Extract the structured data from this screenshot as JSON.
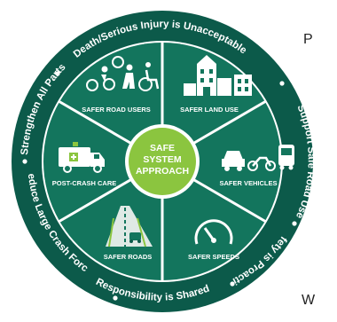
{
  "ring_phrases": {
    "death_injury": "Death/Serious Injury is Unacceptable",
    "support_road_use": "Support Safe Road Use",
    "safety_proactive": "Safety is Proactive",
    "responsibility_shared": "Responsibility is Shared",
    "reduce_crash_forces": "Reduce Large Crash Forces",
    "strengthen_parts": "Strengthen All Parts"
  },
  "center": {
    "line1": "SAFE",
    "line2": "SYSTEM",
    "line3": "APPROACH"
  },
  "segments": {
    "road_users": "SAFER ROAD USERS",
    "land_use": "SAFER LAND USE",
    "vehicles": "SAFER VEHICLES",
    "speeds": "SAFER SPEEDS",
    "roads": "SAFER ROADS",
    "post_crash": "POST-CRASH CARE"
  },
  "edge_text": {
    "top": "P",
    "bottom": "W"
  },
  "colors": {
    "ring": "#0c5a4a",
    "segment": "#13755d",
    "center": "#8bc53f",
    "divider": "#ffffff"
  }
}
